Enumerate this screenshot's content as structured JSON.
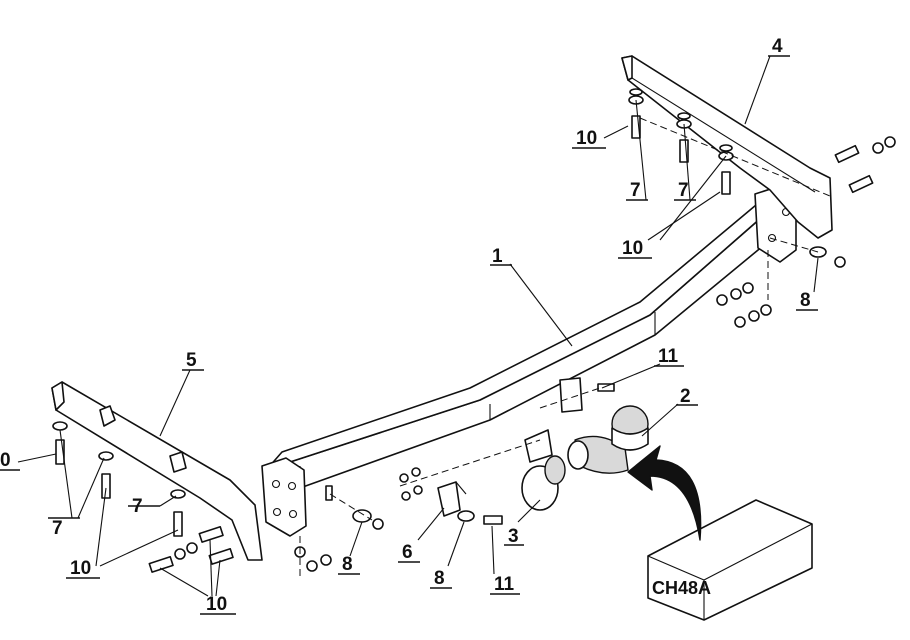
{
  "callouts": [
    {
      "id": "c1",
      "text": "1"
    },
    {
      "id": "c2",
      "text": "2"
    },
    {
      "id": "c3",
      "text": "3"
    },
    {
      "id": "c4",
      "text": "4"
    },
    {
      "id": "c5",
      "text": "5"
    },
    {
      "id": "c6",
      "text": "6"
    },
    {
      "id": "c7a",
      "text": "7"
    },
    {
      "id": "c7b",
      "text": "7"
    },
    {
      "id": "c7c",
      "text": "7"
    },
    {
      "id": "c7d",
      "text": "7"
    },
    {
      "id": "c8a",
      "text": "8"
    },
    {
      "id": "c8b",
      "text": "8"
    },
    {
      "id": "c8c",
      "text": "8"
    },
    {
      "id": "c10a",
      "text": "10"
    },
    {
      "id": "c10b",
      "text": "10"
    },
    {
      "id": "c10c",
      "text": "10"
    },
    {
      "id": "c10d",
      "text": "10"
    },
    {
      "id": "c10e",
      "text": "0"
    },
    {
      "id": "c11a",
      "text": "11"
    },
    {
      "id": "c11b",
      "text": "11"
    }
  ],
  "bumper_box": {
    "label": "CH48A"
  }
}
